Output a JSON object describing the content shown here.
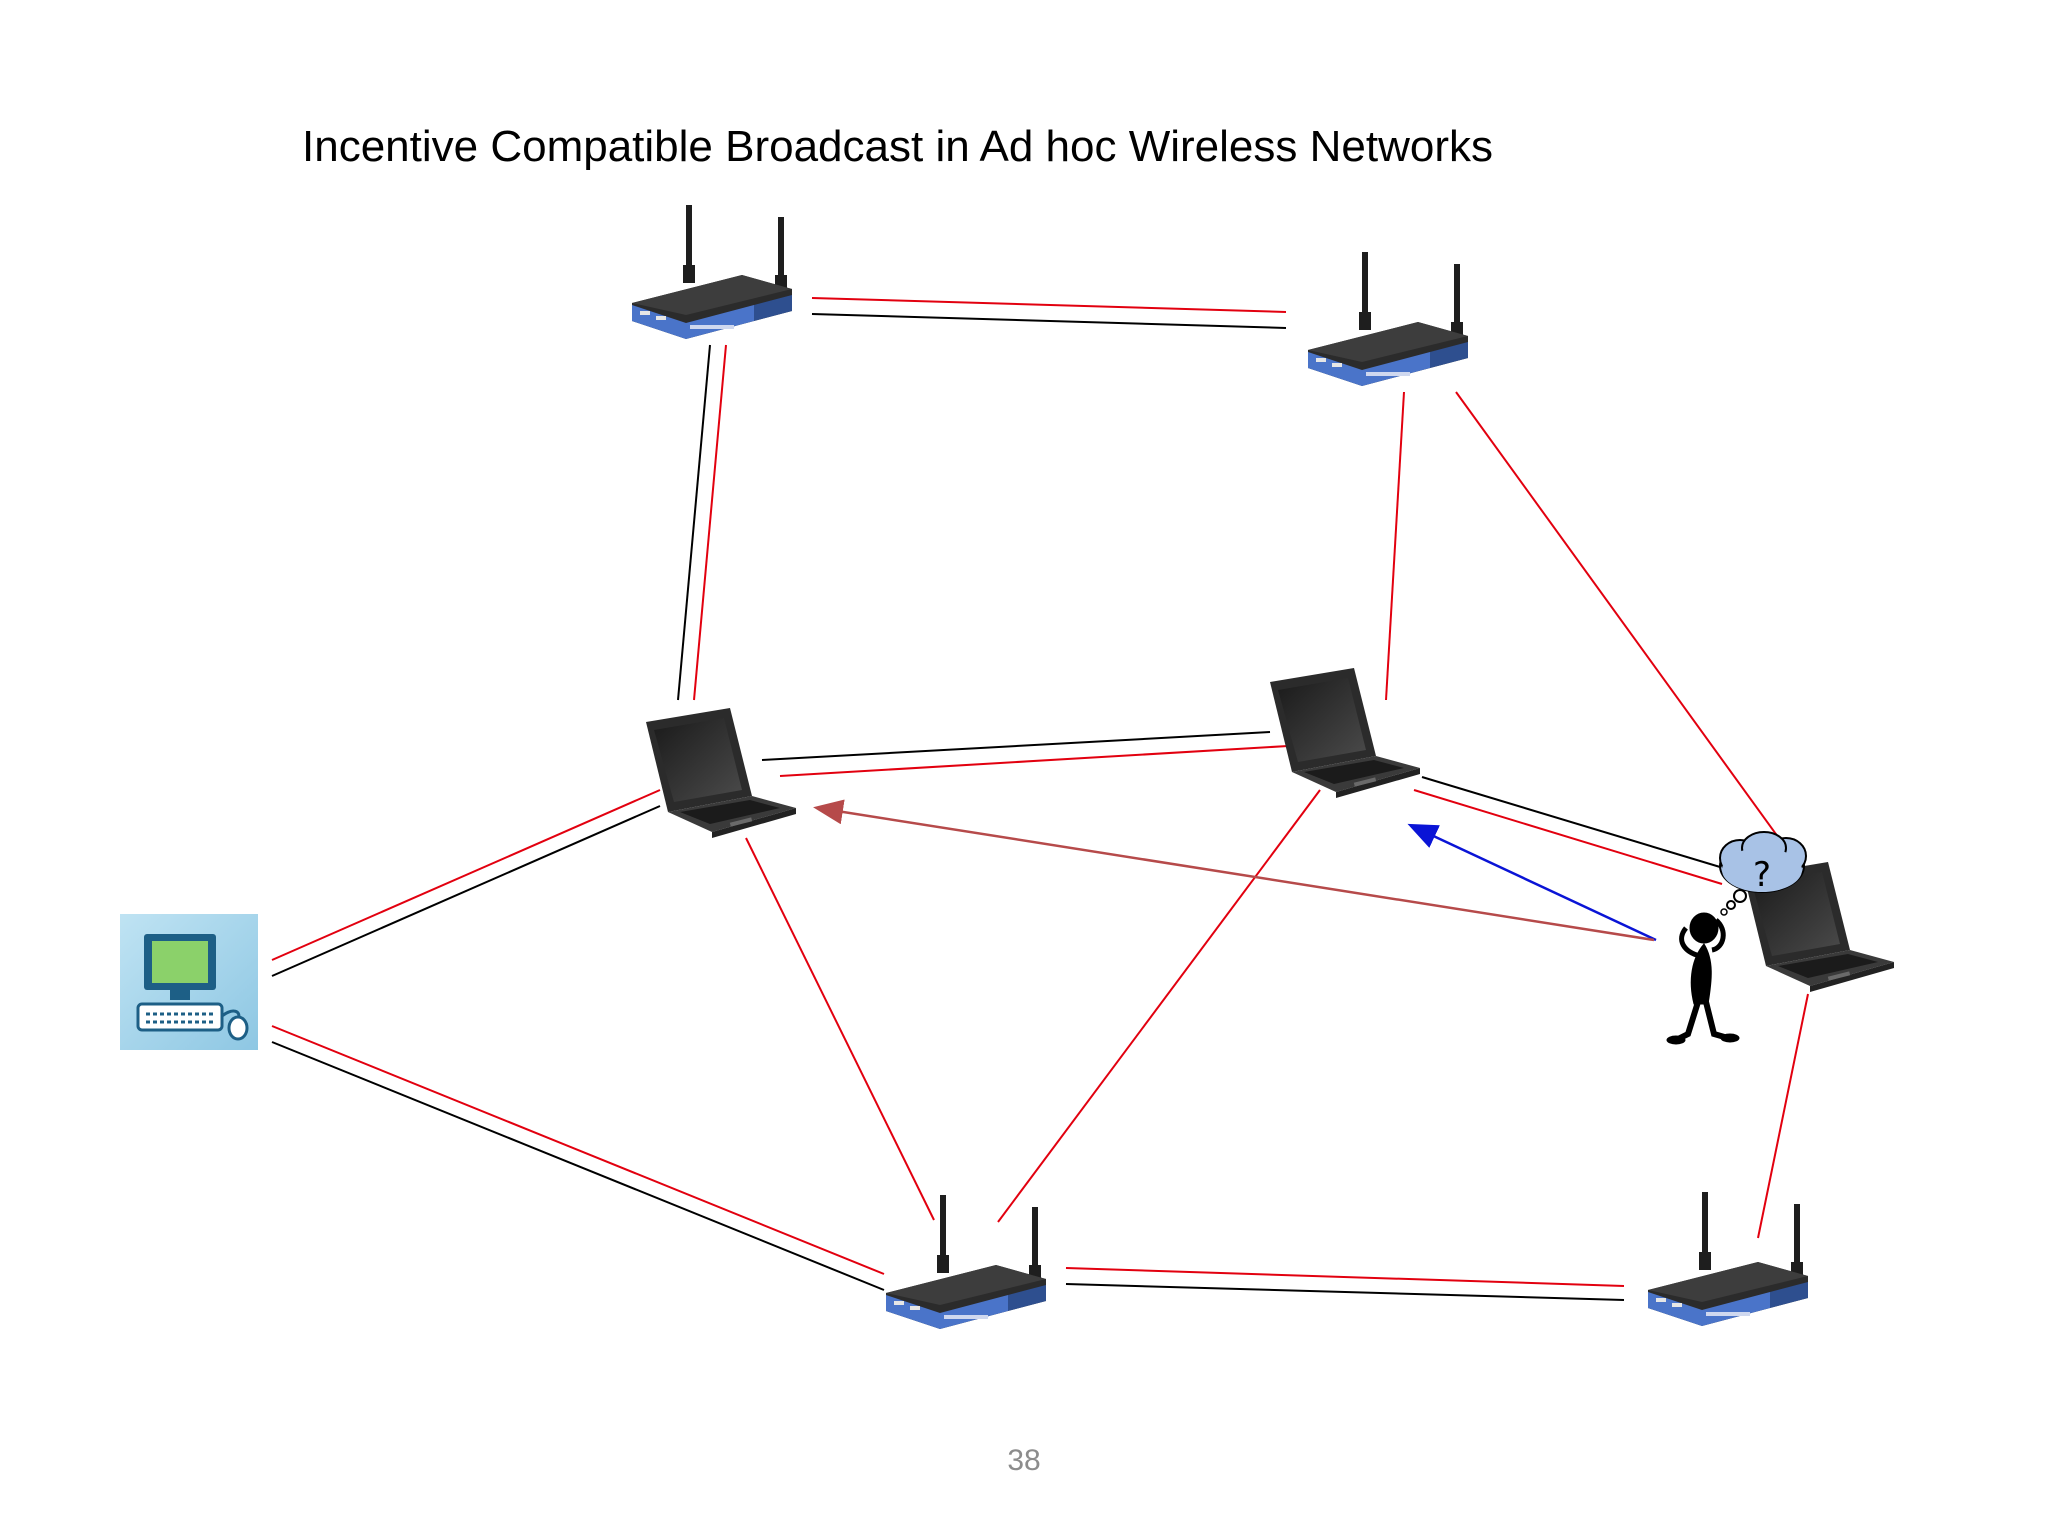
{
  "title": "Incentive Compatible Broadcast in Ad hoc Wireless Networks",
  "page_number": "38",
  "thought_bubble_text": "?",
  "colors": {
    "link_black": "#000000",
    "link_red": "#e2000f",
    "arrow_blue": "#0a14d6",
    "arrow_darkred": "#b64a4a",
    "router_blue": "#4a74c9",
    "router_body": "#2b2b2b",
    "laptop_body": "#333333",
    "desktop_bg": "#a6d6ec",
    "monitor_screen": "#8bd16a",
    "bubble": "#a8c2e6"
  },
  "nodes": [
    {
      "id": "router-top-left",
      "type": "router"
    },
    {
      "id": "router-top-right",
      "type": "router"
    },
    {
      "id": "laptop-left",
      "type": "laptop"
    },
    {
      "id": "laptop-middle",
      "type": "laptop"
    },
    {
      "id": "laptop-right",
      "type": "laptop"
    },
    {
      "id": "source-computer",
      "type": "desktop"
    },
    {
      "id": "router-bottom-left",
      "type": "router"
    },
    {
      "id": "router-bottom-right",
      "type": "router"
    },
    {
      "id": "confused-person",
      "type": "person"
    }
  ],
  "links": [
    {
      "from": "router-top-left",
      "to": "router-top-right",
      "colors": [
        "red",
        "black"
      ]
    },
    {
      "from": "router-top-left",
      "to": "laptop-left",
      "colors": [
        "black",
        "red"
      ]
    },
    {
      "from": "router-top-right",
      "to": "laptop-middle",
      "colors": [
        "red"
      ]
    },
    {
      "from": "router-top-right",
      "to": "laptop-right",
      "colors": [
        "red"
      ]
    },
    {
      "from": "laptop-left",
      "to": "laptop-middle",
      "colors": [
        "black",
        "red"
      ]
    },
    {
      "from": "laptop-middle",
      "to": "laptop-right",
      "colors": [
        "black",
        "red"
      ]
    },
    {
      "from": "source-computer",
      "to": "laptop-left",
      "colors": [
        "red",
        "black"
      ]
    },
    {
      "from": "source-computer",
      "to": "router-bottom-left",
      "colors": [
        "red",
        "black"
      ]
    },
    {
      "from": "laptop-left",
      "to": "router-bottom-left",
      "colors": [
        "red"
      ]
    },
    {
      "from": "laptop-middle",
      "to": "router-bottom-left",
      "colors": [
        "red"
      ]
    },
    {
      "from": "router-bottom-left",
      "to": "router-bottom-right",
      "colors": [
        "red",
        "black"
      ]
    },
    {
      "from": "laptop-right",
      "to": "router-bottom-right",
      "colors": [
        "red"
      ]
    }
  ],
  "arrows": [
    {
      "from": "confused-person",
      "to": "laptop-middle",
      "color": "blue"
    },
    {
      "from": "confused-person",
      "to": "laptop-left",
      "color": "dark-red"
    }
  ]
}
